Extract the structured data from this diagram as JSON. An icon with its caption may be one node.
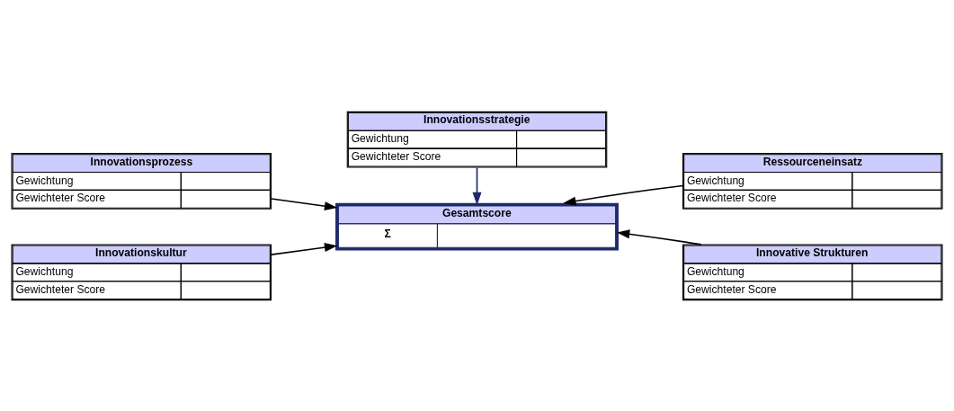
{
  "diagram": {
    "nodes": [
      {
        "text": [
          "Innovationsstrategie",
          "Gewichtung",
          "Gewichteter Score"
        ]
      },
      {
        "text": [
          "Innovationsprozess",
          "Gewichtung",
          "Gewichteter Score"
        ]
      },
      {
        "text": [
          "Ressourceneinsatz",
          "Gewichtung",
          "Gewichteter Score"
        ]
      },
      {
        "text": [
          "Gesamtscore",
          "Σ"
        ]
      },
      {
        "text": [
          "Innovationskultur",
          "Gewichtung",
          "Gewichteter Score"
        ]
      },
      {
        "text": [
          "Innovative Strukturen",
          "Gewichtung",
          "Gewichteter Score"
        ]
      }
    ],
    "edges": [
      {
        "from": 0,
        "to": 3,
        "arrow": "to",
        "color": "#1f2a6b"
      },
      {
        "from": 1,
        "to": 3,
        "arrow": "to"
      },
      {
        "from": 2,
        "to": 3,
        "arrow": "to"
      },
      {
        "from": 4,
        "to": 3,
        "arrow": "to"
      },
      {
        "from": 5,
        "to": 3,
        "arrow": "to"
      }
    ]
  }
}
